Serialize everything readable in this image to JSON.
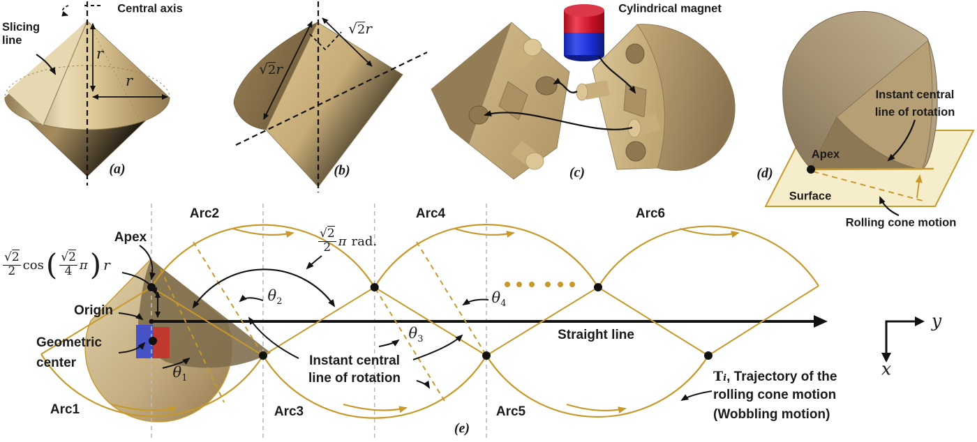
{
  "colors": {
    "gold": "#C7992B",
    "text": "#1A1A1A",
    "surface_fill": "#F6EDCB",
    "magnet_red": "#C41024",
    "magnet_blue": "#1A2CD0",
    "cone_tan": "#C3A873",
    "gray_dash": "#B9B9B9"
  },
  "panel_a": {
    "central_axis": "Central axis",
    "slicing_1": "Slicing",
    "slicing_2": "line",
    "r_v": "r",
    "r_h": "r",
    "tag": "(a)"
  },
  "panel_b": {
    "sqrt2r": {
      "rt": "√",
      "rn": "2",
      "r": "r"
    },
    "tag": "(b)"
  },
  "panel_c": {
    "magnet": "Cylindrical magnet",
    "tag": "(c)"
  },
  "panel_d": {
    "instant_1": "Instant central",
    "instant_2": "line of rotation",
    "apex": "Apex",
    "surface": "Surface",
    "rolling": "Rolling cone motion",
    "tag": "(d)"
  },
  "panel_e": {
    "arcs": [
      "Arc1",
      "Arc2",
      "Arc3",
      "Arc4",
      "Arc5",
      "Arc6"
    ],
    "apex": "Apex",
    "origin": "Origin",
    "geo_1": "Geometric",
    "geo_2": "center",
    "theta": [
      {
        "sym": "θ",
        "sub": "1"
      },
      {
        "sym": "θ",
        "sub": "2"
      },
      {
        "sym": "θ",
        "sub": "3"
      },
      {
        "sym": "θ",
        "sub": "4"
      }
    ],
    "f_height": {
      "rt1": "√",
      "rn1": "2",
      "d1": "2",
      "cos": "cos",
      "lp": "(",
      "rt2": "√",
      "rn2": "2",
      "d2": "4",
      "pi": "π",
      "rp": ")",
      "r": "r"
    },
    "f_angle": {
      "rt": "√",
      "rn": "2",
      "d": "2",
      "pi": "π",
      "rad": "rad."
    },
    "instant_1": "Instant central",
    "instant_2": "line of rotation",
    "straight": "Straight line",
    "traj_T": "T",
    "traj_sub": "i",
    "traj_1": ", Trajectory of the",
    "traj_2": "rolling cone motion",
    "traj_3": "(Wobbling motion)",
    "tag": "(e)",
    "axis_x": "x",
    "axis_y": "y"
  }
}
